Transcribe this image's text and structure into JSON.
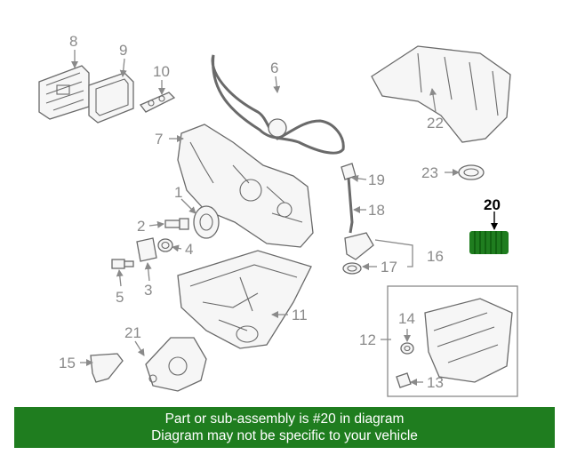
{
  "callouts": [
    "1",
    "2",
    "3",
    "4",
    "5",
    "6",
    "7",
    "8",
    "9",
    "10",
    "11",
    "12",
    "13",
    "14",
    "15",
    "16",
    "17",
    "18",
    "19",
    "20",
    "21",
    "22",
    "23"
  ],
  "highlighted_part": "20",
  "highlight_color": "#1f7d1f",
  "banner": {
    "line1": "Part or sub-assembly is #20 in diagram",
    "line2": "Diagram may not be specific to your vehicle"
  }
}
